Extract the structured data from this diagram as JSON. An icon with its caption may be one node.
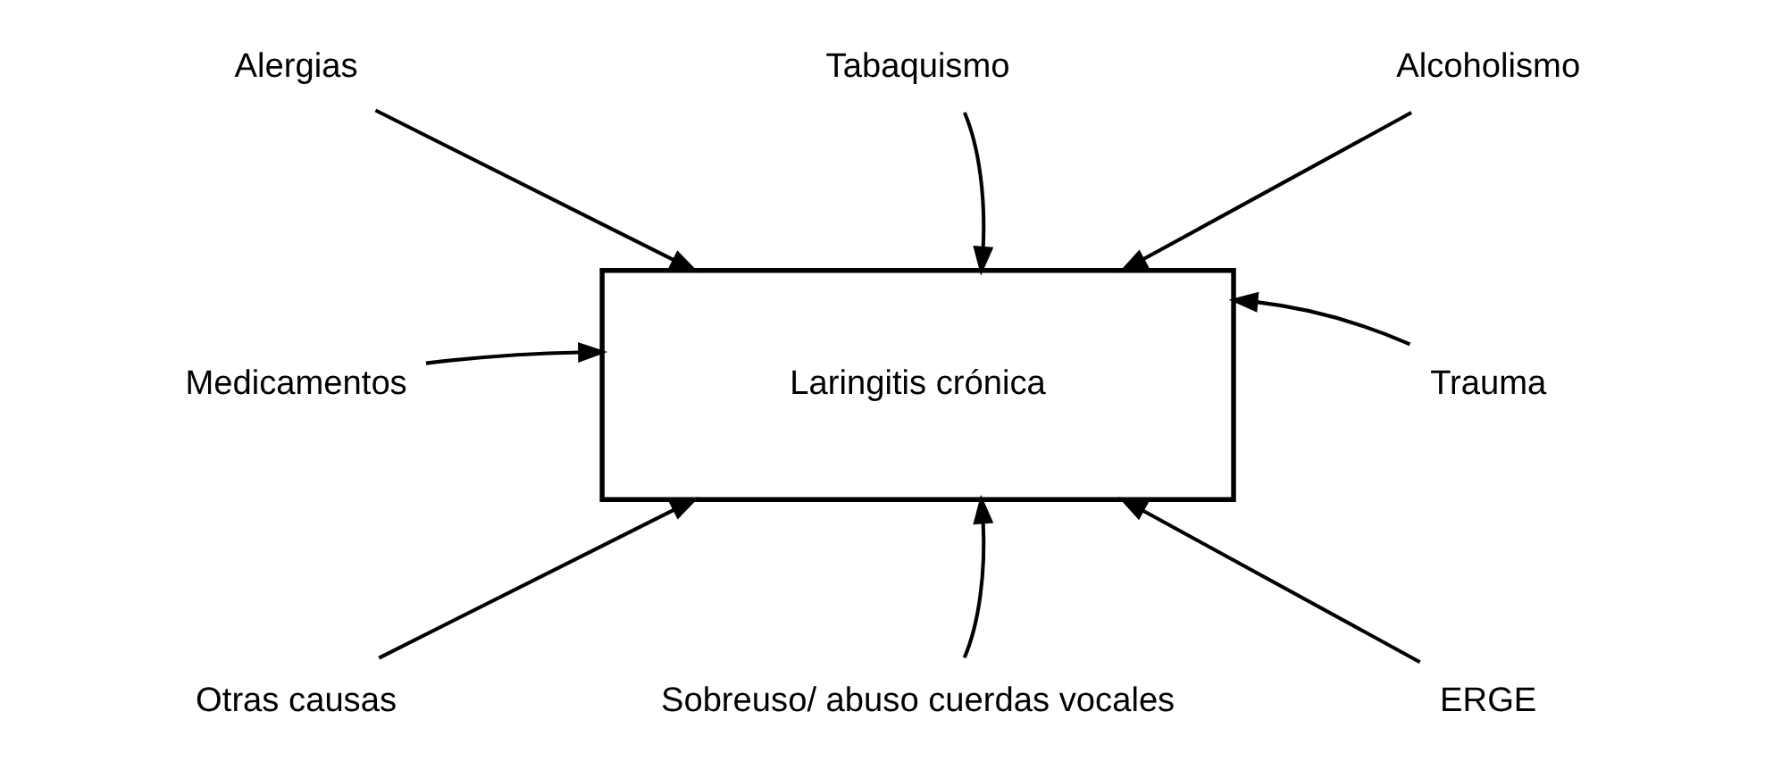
{
  "diagram": {
    "nodes": [
      {
        "text": [
          "Alergias"
        ]
      },
      {
        "text": [
          "Tabaquismo"
        ]
      },
      {
        "text": [
          "Alcoholismo"
        ]
      },
      {
        "text": [
          "Medicamentos"
        ]
      },
      {
        "text": [
          "Laringitis crónica"
        ]
      },
      {
        "text": [
          "Trauma"
        ]
      },
      {
        "text": [
          "Otras causas"
        ]
      },
      {
        "text": [
          "Sobreuso/ abuso cuerdas vocales"
        ]
      },
      {
        "text": [
          "ERGE"
        ]
      }
    ],
    "edges": [
      {
        "from": 0,
        "to": 4,
        "arrow": "to"
      },
      {
        "from": 1,
        "to": 4,
        "arrow": "to"
      },
      {
        "from": 2,
        "to": 4,
        "arrow": "to"
      },
      {
        "from": 3,
        "to": 4,
        "arrow": "to"
      },
      {
        "from": 5,
        "to": 4,
        "arrow": "to"
      },
      {
        "from": 6,
        "to": 4,
        "arrow": "to"
      },
      {
        "from": 7,
        "to": 4,
        "arrow": "to"
      },
      {
        "from": 8,
        "to": 4,
        "arrow": "to"
      }
    ]
  }
}
